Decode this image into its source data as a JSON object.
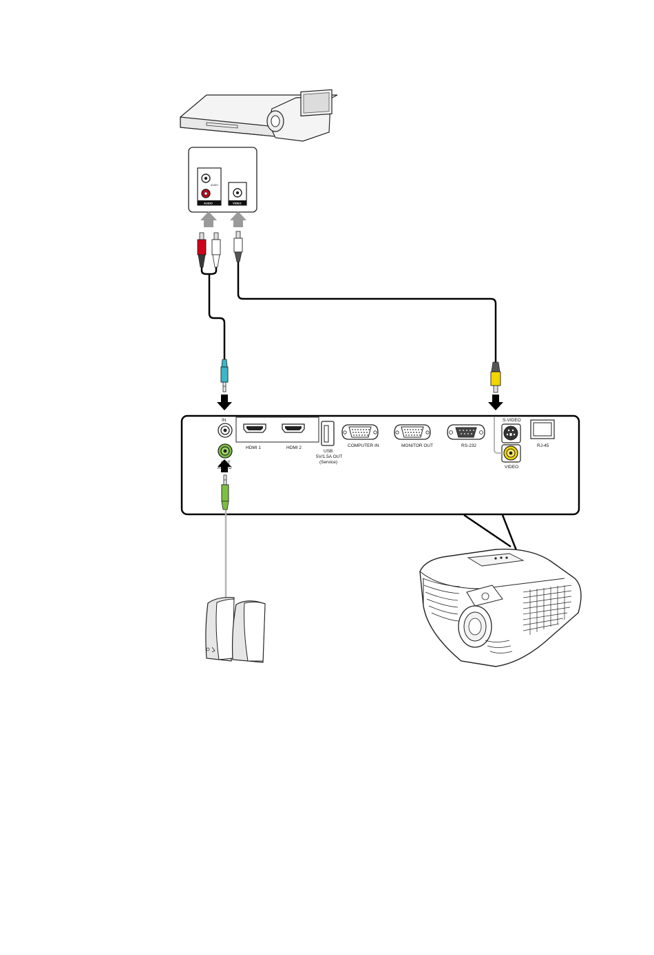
{
  "source_panel": {
    "audio_label": "AUDIO",
    "audio_small_label": "AUDIO",
    "video_label": "VIDEO"
  },
  "projector_panel": {
    "audio_in_label": "IN",
    "audio_out_label": "OUT",
    "audio_label": "AUDIO",
    "hdmi1_label": "HDMI 1",
    "hdmi2_label": "HDMI 2",
    "usb_label_1": "USB",
    "usb_label_2": "5V/1.5A OUT",
    "usb_label_3": "(Service)",
    "computer_in_label": "COMPUTER IN",
    "monitor_out_label": "MONITOR OUT",
    "rs232_label": "RS-232",
    "svideo_label": "S-VIDEO",
    "video_label": "VIDEO",
    "rj45_label": "RJ-45"
  },
  "colors": {
    "audio_red": "#d0021b",
    "audio_white": "#ffffff",
    "jack_cyan": "#3ab7c8",
    "jack_green": "#7cc142",
    "video_yellow": "#f2d600",
    "arrow_grey": "#9a9a9a",
    "cable": "#000000",
    "speaker_cable": "#b5b5b5"
  }
}
